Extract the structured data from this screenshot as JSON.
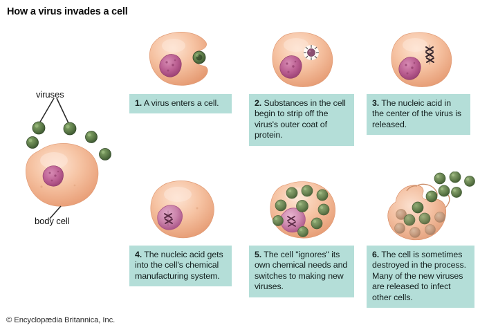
{
  "title": "How a virus invades a cell",
  "credit": "© Encyclopædia Britannica, Inc.",
  "labels": {
    "viruses": "viruses",
    "body_cell": "body cell"
  },
  "colors": {
    "caption_background": "#b4ded8",
    "cell_body": "#f0b391",
    "cell_highlight": "#fbe0cd",
    "nucleus": "#b4558a",
    "nucleus_light": "#d79ec0",
    "virus_green": "#5f7d4a",
    "virus_green_dark": "#3f5a31",
    "nucleic_acid": "#3a2a30",
    "text": "#111111",
    "background": "#ffffff"
  },
  "steps": [
    {
      "number": "1.",
      "text": "A virus enters a cell.",
      "full": "1. A virus enters a cell.",
      "art_name": "cell-engulfing-virus"
    },
    {
      "number": "2.",
      "text": "Substances in the cell begin to strip off the virus's outer coat of protein.",
      "full": "2. Substances in the cell begin to strip off the virus's outer coat of protein.",
      "art_name": "cell-stripping-virus-coat"
    },
    {
      "number": "3.",
      "text": "The nucleic acid in the center of the virus is released.",
      "full": "3. The nucleic acid in the center of the virus is released.",
      "art_name": "cell-nucleic-acid-released"
    },
    {
      "number": "4.",
      "text": "The nucleic acid gets into the cell's chemical manufacturing system.",
      "full": "4. The nucleic acid gets into the cell's chemical manufacturing system.",
      "art_name": "cell-nucleic-acid-in-nucleus"
    },
    {
      "number": "5.",
      "text": "The cell \"ignores\" its own chemical needs and switches to making new viruses.",
      "full": "5. The cell \"ignores\" its own chemical needs and switches to making new viruses.",
      "art_name": "cell-making-new-viruses"
    },
    {
      "number": "6.",
      "text": "The cell is sometimes destroyed in the process. Many of the new viruses are released to infect other cells.",
      "full": "6. The cell is sometimes destroyed in the process. Many of the new viruses are released to infect other cells.",
      "art_name": "cell-destroyed-viruses-released"
    }
  ],
  "overview": {
    "art_name": "body-cell-with-surrounding-viruses",
    "virus_count": 5,
    "nucleus_count": 1
  }
}
